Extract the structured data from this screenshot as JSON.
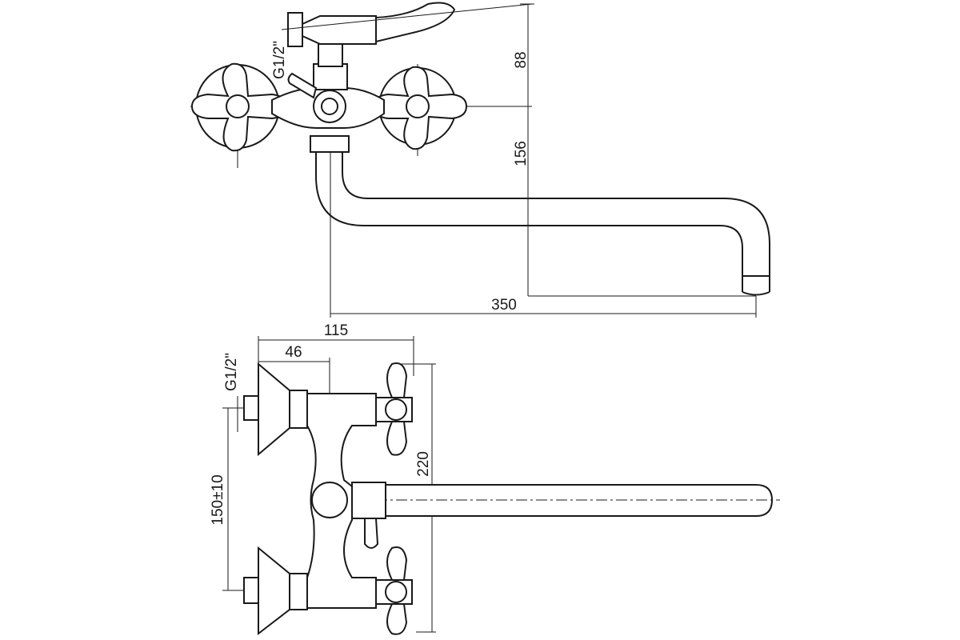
{
  "drawing": {
    "top_view": {
      "dim_height_upper": "88",
      "dim_height_lower": "156",
      "dim_spout_length": "350",
      "thread_label": "G1/2\""
    },
    "side_view": {
      "dim_depth_total": "115",
      "dim_depth_body": "46",
      "dim_height_total": "220",
      "dim_inlet_spacing": "150±10",
      "thread_label": "G1/2\""
    }
  }
}
